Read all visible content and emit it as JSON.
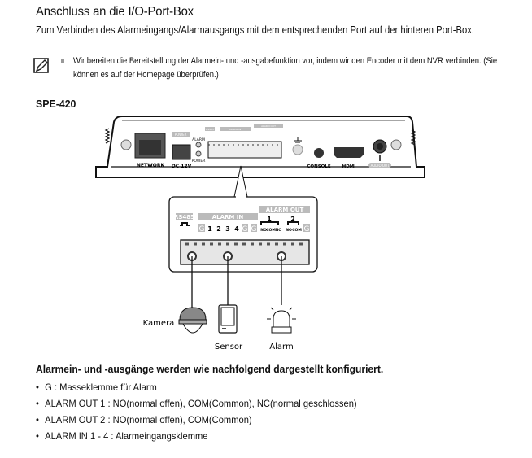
{
  "title": "Anschluss an die I/O-Port-Box",
  "subtitle": "Zum Verbinden des Alarmeingangs/Alarmausgangs mit dem entsprechenden Port auf der hinteren Port-Box.",
  "note": {
    "icon": "note-pencil-icon",
    "text": "Wir bereiten die Bereitstellung der Alarmein- und -ausgabefunktion vor, indem wir den Encoder mit dem NVR verbinden. (Sie können es auf der Homepage überprüfen.)"
  },
  "model": "SPE-420",
  "device": {
    "network": "NETWORK",
    "power_label": "POWER",
    "dc": "DC 12V",
    "alarm_led": "ALARM",
    "power_led": "POWER",
    "console": "CONSOLE",
    "hdmi": "HDMI",
    "audio_out": "AUDIO OUT",
    "rs485_small": "RS485",
    "alarm_in_small": "ALARM IN",
    "alarm_out_small": "ALARM OUT"
  },
  "terminal": {
    "rs485": "RS485",
    "alarm_in": "ALARM IN",
    "alarm_out": "ALARM OUT",
    "g": "G",
    "in_pins": [
      "1",
      "2",
      "3",
      "4"
    ],
    "out1": "1",
    "out2": "2",
    "no": "NO",
    "com": "COM",
    "nc": "NC"
  },
  "devices": {
    "camera": "Kamera",
    "sensor": "Sensor",
    "alarm": "Alarm"
  },
  "config_heading": "Alarmein- und -ausgänge werden wie nachfolgend dargestellt konfiguriert.",
  "config_items": [
    "G : Masseklemme für Alarm",
    "ALARM OUT 1 : NO(normal offen), COM(Common), NC(normal geschlossen)",
    "ALARM OUT 2 : NO(normal offen), COM(Common)",
    "ALARM IN 1 - 4 : Alarmeingangsklemme"
  ]
}
